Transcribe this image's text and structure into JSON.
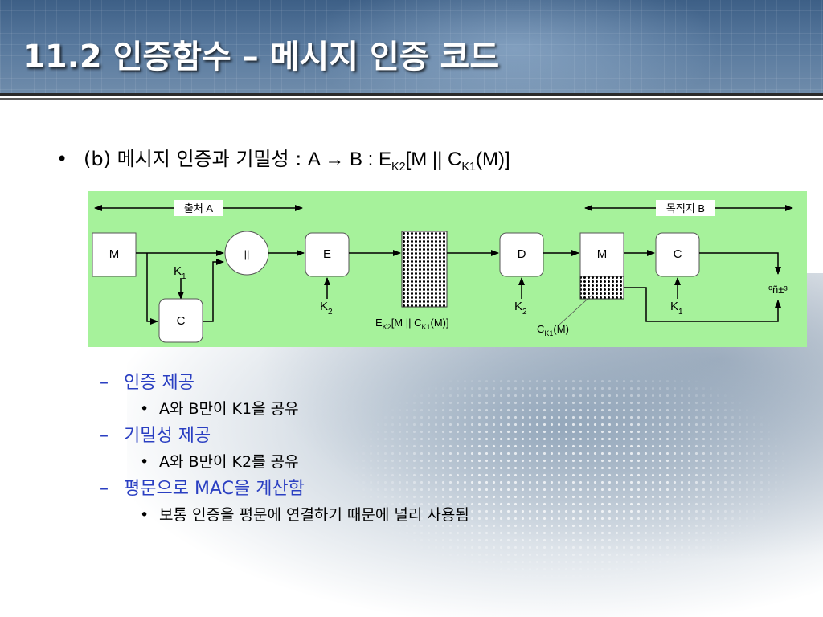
{
  "title": "11.2 인증함수 – 메시지 인증 코드",
  "bullet": {
    "prefix": "(b) 메시지 인증과 기밀성 : ",
    "formula_a": "A → B : E",
    "sub1": "K2",
    "formula_b": "[M || C",
    "sub2": "K1",
    "formula_c": "(M)]"
  },
  "diagram": {
    "source_label": "출처 A",
    "dest_label": "목적지 B",
    "m_label": "M",
    "concat_label": "||",
    "e_label": "E",
    "d_label": "D",
    "c_label": "C",
    "k_main": "K",
    "k1_sub": "1",
    "k2_sub": "2",
    "cipher_main": "E",
    "cipher_sub1": "K2",
    "cipher_mid": "[M || C",
    "cipher_sub2": "K1",
    "cipher_end": "(M)]",
    "ck1_main": "C",
    "ck1_sub": "K1",
    "ck1_end": "(M)",
    "compare_label": "ºñ±³"
  },
  "items": [
    {
      "level": 2,
      "text": "인증 제공"
    },
    {
      "level": 3,
      "text": "A와 B만이 K1을 공유"
    },
    {
      "level": 2,
      "text": "기밀성 제공"
    },
    {
      "level": 3,
      "text": "A와 B만이 K2를 공유"
    },
    {
      "level": 2,
      "text": "평문으로 MAC을 계산함"
    },
    {
      "level": 3,
      "text": "보통 인증을 평문에 연결하기 때문에 널리 사용됨"
    }
  ],
  "colors": {
    "header": "#4a6b91",
    "diagram_bg": "#a6f29b",
    "sub_bullet": "#2a3fc2"
  }
}
